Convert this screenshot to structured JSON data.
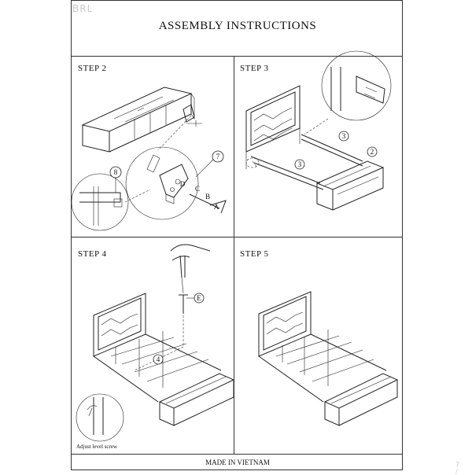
{
  "brand_watermark": "BRL",
  "title": "ASSEMBLY INSTRUCTIONS",
  "steps": [
    {
      "label": "STEP  2",
      "callouts": [
        "7",
        "8",
        "D",
        "C",
        "B",
        "A"
      ]
    },
    {
      "label": "STEP  3",
      "callouts": [
        "3",
        "2",
        "3"
      ]
    },
    {
      "label": "STEP  4",
      "callouts": [
        "E",
        "4"
      ]
    },
    {
      "label": "STEP  5"
    }
  ],
  "note": "Adjust level screw",
  "footer": "MADE IN VIETNAM",
  "page_mark": "7 /"
}
